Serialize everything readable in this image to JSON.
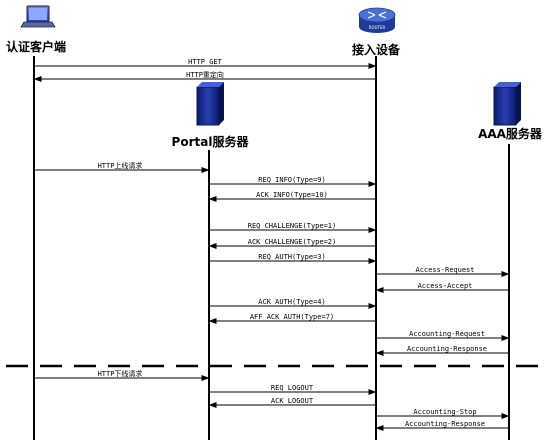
{
  "participants": {
    "client": {
      "label": "认证客户端"
    },
    "access": {
      "label": "接入设备",
      "icon_text": "ROUTER"
    },
    "portal": {
      "label": "Portal服务器"
    },
    "aaa": {
      "label": "AAA服务器"
    }
  },
  "messages": [
    {
      "id": "http-get",
      "label": "HTTP GET",
      "from": "client",
      "to": "access"
    },
    {
      "id": "http-redirect",
      "label": "HTTP重定向",
      "from": "access",
      "to": "client"
    },
    {
      "id": "http-online",
      "label": "HTTP上线请求",
      "from": "client",
      "to": "portal"
    },
    {
      "id": "req-info",
      "label": "REQ_INFO(Type=9)",
      "from": "portal",
      "to": "access"
    },
    {
      "id": "ack-info",
      "label": "ACK_INFO(Type=10)",
      "from": "access",
      "to": "portal"
    },
    {
      "id": "req-challenge",
      "label": "REQ_CHALLENGE(Type=1)",
      "from": "portal",
      "to": "access"
    },
    {
      "id": "ack-challenge",
      "label": "ACK_CHALLENGE(Type=2)",
      "from": "access",
      "to": "portal"
    },
    {
      "id": "req-auth",
      "label": "REQ_AUTH(Type=3)",
      "from": "portal",
      "to": "access"
    },
    {
      "id": "access-request",
      "label": "Access-Request",
      "from": "access",
      "to": "aaa"
    },
    {
      "id": "access-accept",
      "label": "Access-Accept",
      "from": "aaa",
      "to": "access"
    },
    {
      "id": "ack-auth",
      "label": "ACK_AUTH(Type=4)",
      "from": "portal",
      "to": "access"
    },
    {
      "id": "aff-ack-auth",
      "label": "AFF_ACK_AUTH(Type=7)",
      "from": "access",
      "to": "portal"
    },
    {
      "id": "accounting-request",
      "label": "Accounting-Request",
      "from": "access",
      "to": "aaa"
    },
    {
      "id": "accounting-response",
      "label": "Accounting-Response",
      "from": "aaa",
      "to": "access"
    },
    {
      "id": "http-offline",
      "label": "HTTP下线请求",
      "from": "client",
      "to": "portal"
    },
    {
      "id": "req-logout",
      "label": "REQ_LOGOUT",
      "from": "portal",
      "to": "access"
    },
    {
      "id": "ack-logout",
      "label": "ACK_LOGOUT",
      "from": "access",
      "to": "portal"
    },
    {
      "id": "accounting-stop",
      "label": "Accounting-Stop",
      "from": "access",
      "to": "aaa"
    },
    {
      "id": "accounting-response-2",
      "label": "Accounting-Response",
      "from": "aaa",
      "to": "access"
    }
  ]
}
